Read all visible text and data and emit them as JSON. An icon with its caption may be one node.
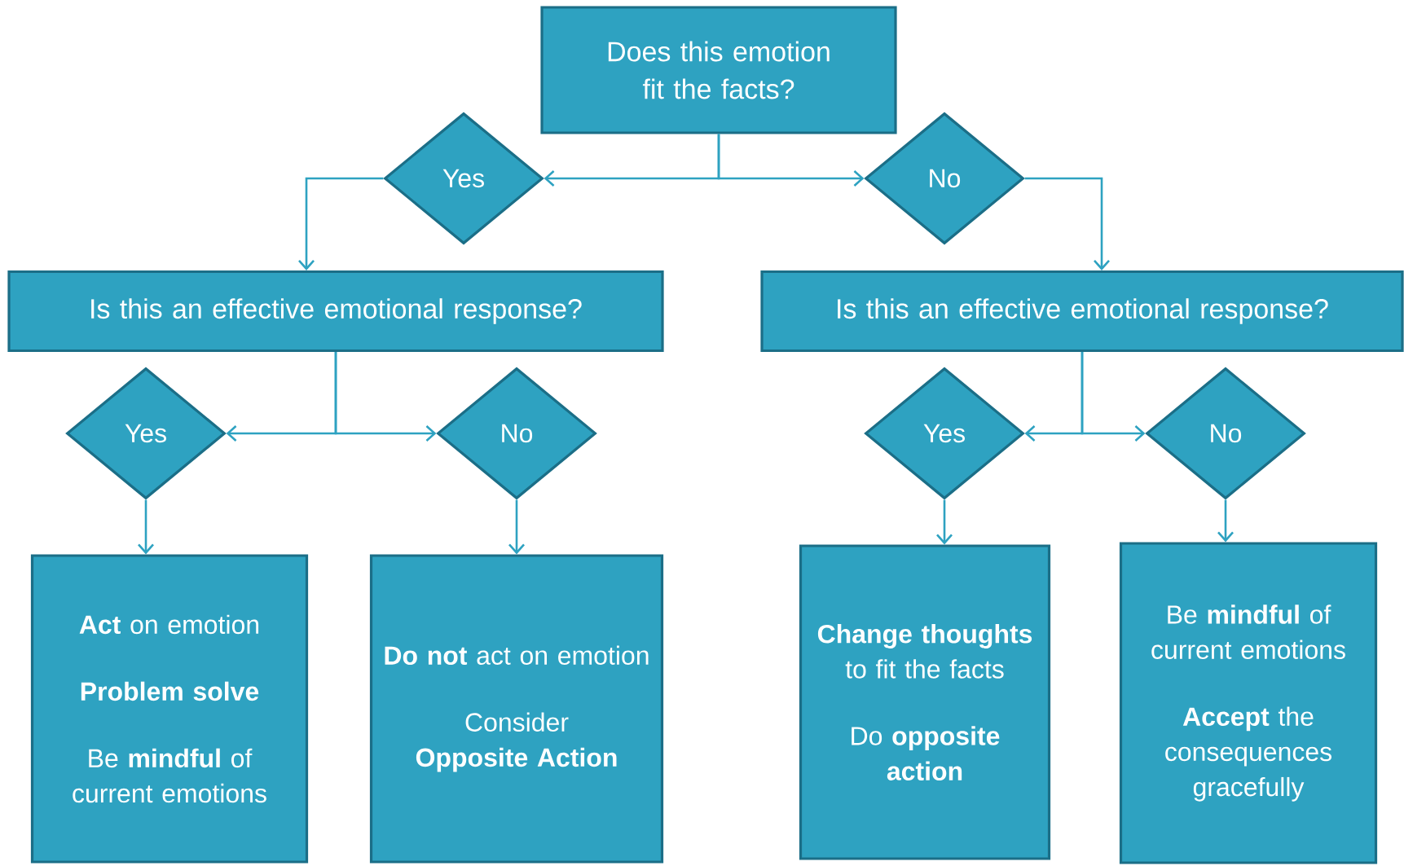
{
  "diagram": {
    "nodes": [
      {
        "text": [
          "Does this emotion fit the facts?"
        ]
      },
      {
        "text": [
          "Yes"
        ]
      },
      {
        "text": [
          "No"
        ]
      },
      {
        "text": [
          "Is this an effective emotional response?"
        ]
      },
      {
        "text": [
          "Is this an effective emotional response?"
        ]
      },
      {
        "text": [
          "Yes"
        ]
      },
      {
        "text": [
          "No"
        ]
      },
      {
        "text": [
          "Yes"
        ]
      },
      {
        "text": [
          "No"
        ]
      },
      {
        "text": [
          "**Act** on emotion",
          "**Problem solve**",
          "Be **mindful** of current emotions"
        ]
      },
      {
        "text": [
          "**Do not** act on emotion",
          "Consider **Opposite Action**"
        ]
      },
      {
        "text": [
          "**Change thoughts** to fit the facts",
          "Do **opposite action**"
        ]
      },
      {
        "text": [
          "Be **mindful** of current emotions",
          "**Accept** the consequences gracefully"
        ]
      }
    ],
    "edges": [
      {
        "from": 0,
        "to": 1,
        "arrow": "to"
      },
      {
        "from": 0,
        "to": 2,
        "arrow": "to"
      },
      {
        "from": 1,
        "to": 3,
        "arrow": "to"
      },
      {
        "from": 2,
        "to": 4,
        "arrow": "to"
      },
      {
        "from": 3,
        "to": 5,
        "arrow": "to"
      },
      {
        "from": 3,
        "to": 6,
        "arrow": "to"
      },
      {
        "from": 4,
        "to": 7,
        "arrow": "to"
      },
      {
        "from": 4,
        "to": 8,
        "arrow": "to"
      },
      {
        "from": 5,
        "to": 9,
        "arrow": "to"
      },
      {
        "from": 6,
        "to": 10,
        "arrow": "to"
      },
      {
        "from": 7,
        "to": 11,
        "arrow": "to"
      },
      {
        "from": 8,
        "to": 12,
        "arrow": "to"
      }
    ]
  }
}
